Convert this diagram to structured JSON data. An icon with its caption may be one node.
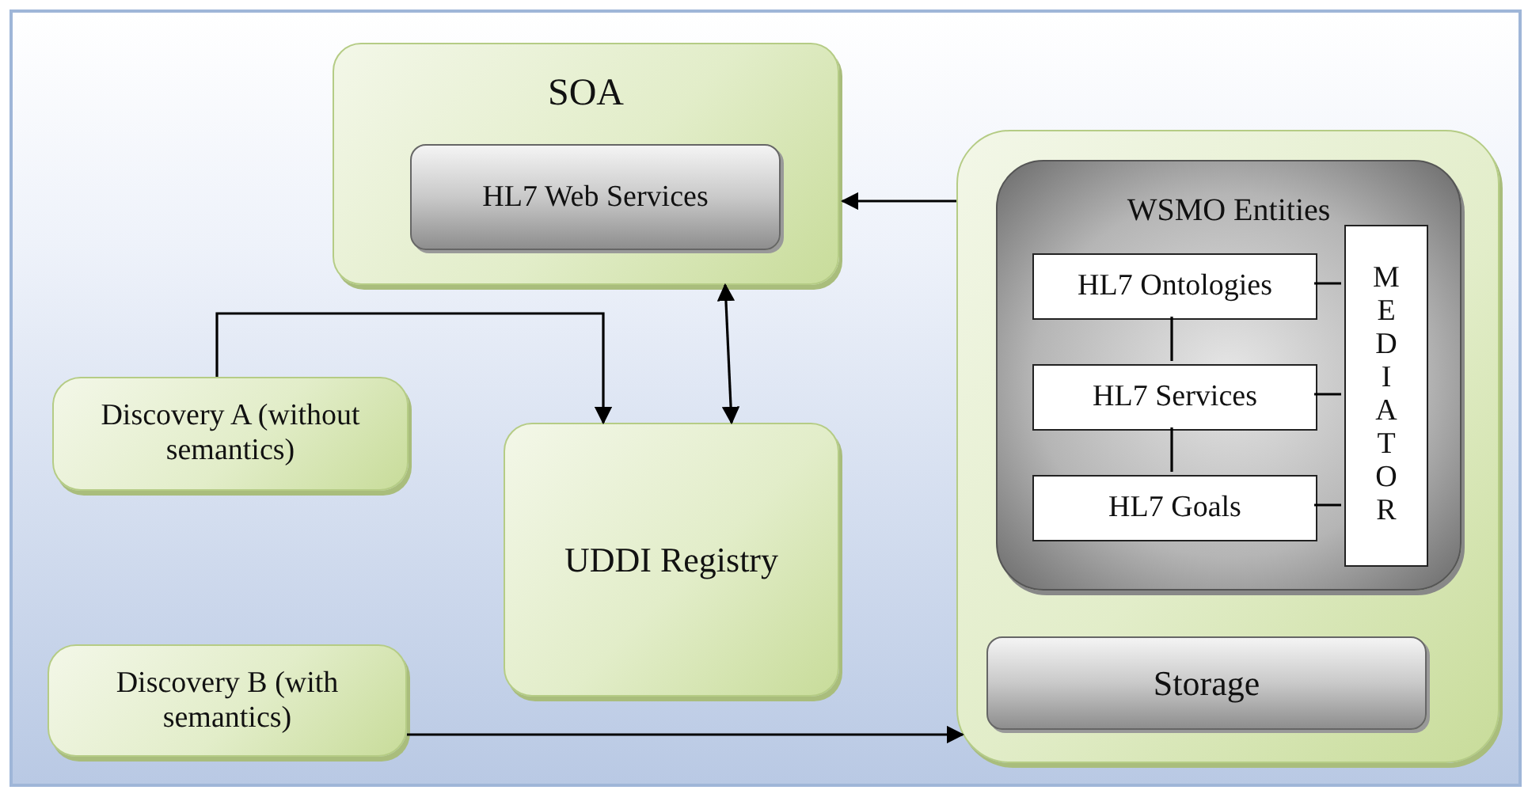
{
  "diagram": {
    "nodes": [
      {
        "text": [
          "SOA"
        ]
      },
      {
        "text": [
          "HL7 Web Services"
        ],
        "in": 0
      },
      {
        "text": [
          "Discovery A (without semantics)"
        ]
      },
      {
        "text": [
          "UDDI Registry"
        ]
      },
      {
        "text": [
          "Discovery B (with semantics)"
        ]
      },
      {
        "text": [],
        "shape": "box"
      },
      {
        "text": [
          "WSMO Entities"
        ],
        "in": 5
      },
      {
        "text": [
          "HL7 Ontologies"
        ],
        "in": 6
      },
      {
        "text": [
          "HL7 Services"
        ],
        "in": 6
      },
      {
        "text": [
          "HL7 Goals"
        ],
        "in": 6
      },
      {
        "text": [
          "MEDIATOR"
        ],
        "in": 6
      },
      {
        "text": [
          "Storage"
        ],
        "in": 5
      }
    ],
    "edges": [
      {
        "from": 2,
        "to": 3,
        "arrow": "to"
      },
      {
        "from": 3,
        "to": 0,
        "arrow": "both"
      },
      {
        "from": 5,
        "to": 0,
        "arrow": "to"
      },
      {
        "from": 4,
        "to": 5,
        "arrow": "to"
      },
      {
        "from": 7,
        "to": 8,
        "arrow": "none"
      },
      {
        "from": 8,
        "to": 9,
        "arrow": "none"
      },
      {
        "from": 7,
        "to": 10,
        "arrow": "none"
      },
      {
        "from": 8,
        "to": 10,
        "arrow": "none"
      },
      {
        "from": 9,
        "to": 10,
        "arrow": "none"
      }
    ]
  }
}
